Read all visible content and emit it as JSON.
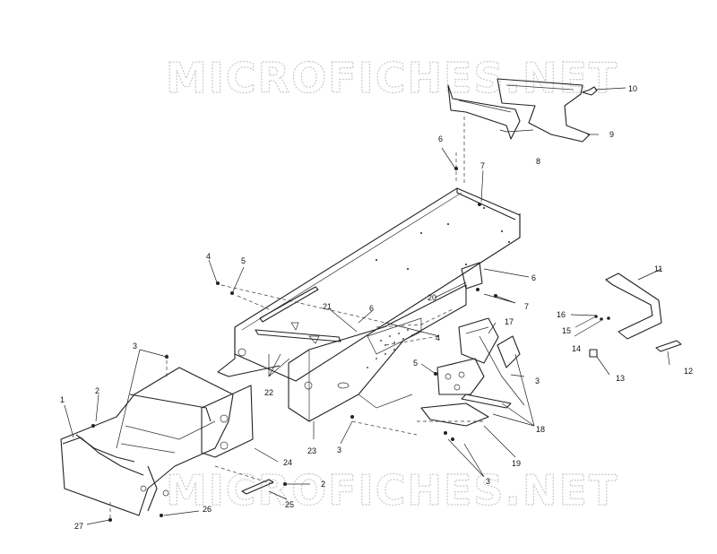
{
  "watermark": {
    "top": "MICROFICHES.NET",
    "bottom": "MICROFICHES.NET"
  },
  "callouts": [
    {
      "id": "c1",
      "text": "1"
    },
    {
      "id": "c2a",
      "text": "2"
    },
    {
      "id": "c2b",
      "text": "2"
    },
    {
      "id": "c3a",
      "text": "3"
    },
    {
      "id": "c3b",
      "text": "3"
    },
    {
      "id": "c3c",
      "text": "3"
    },
    {
      "id": "c3d",
      "text": "3"
    },
    {
      "id": "c4a",
      "text": "4"
    },
    {
      "id": "c4b",
      "text": "4"
    },
    {
      "id": "c5a",
      "text": "5"
    },
    {
      "id": "c5b",
      "text": "5"
    },
    {
      "id": "c6a",
      "text": "6"
    },
    {
      "id": "c6b",
      "text": "6"
    },
    {
      "id": "c6c",
      "text": "6"
    },
    {
      "id": "c7a",
      "text": "7"
    },
    {
      "id": "c7b",
      "text": "7"
    },
    {
      "id": "c8",
      "text": "8"
    },
    {
      "id": "c9",
      "text": "9"
    },
    {
      "id": "c10",
      "text": "10"
    },
    {
      "id": "c11",
      "text": "11"
    },
    {
      "id": "c12",
      "text": "12"
    },
    {
      "id": "c13",
      "text": "13"
    },
    {
      "id": "c14",
      "text": "14"
    },
    {
      "id": "c15",
      "text": "15"
    },
    {
      "id": "c16",
      "text": "16"
    },
    {
      "id": "c17",
      "text": "17"
    },
    {
      "id": "c18",
      "text": "18"
    },
    {
      "id": "c19",
      "text": "19"
    },
    {
      "id": "c20",
      "text": "20"
    },
    {
      "id": "c21",
      "text": "21"
    },
    {
      "id": "c22",
      "text": "22"
    },
    {
      "id": "c23",
      "text": "23"
    },
    {
      "id": "c24",
      "text": "24"
    },
    {
      "id": "c25",
      "text": "25"
    },
    {
      "id": "c26",
      "text": "26"
    },
    {
      "id": "c27",
      "text": "27"
    }
  ]
}
